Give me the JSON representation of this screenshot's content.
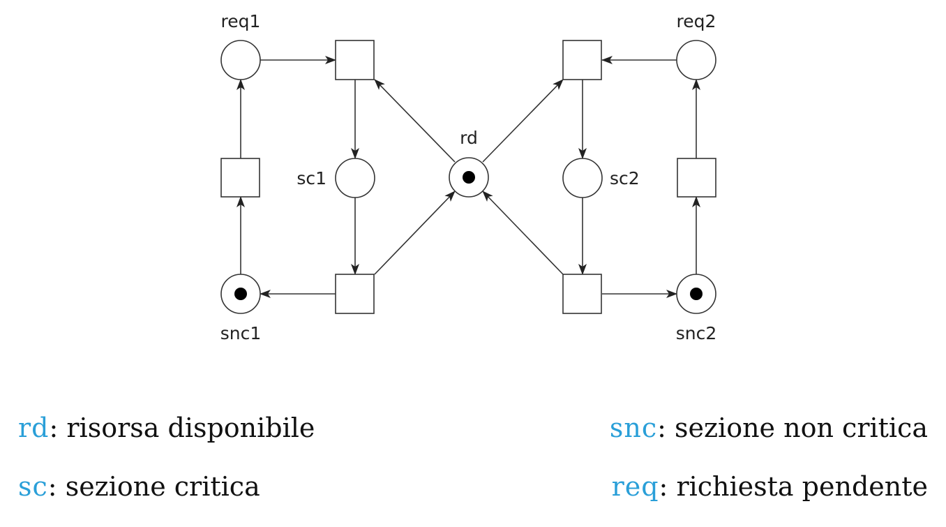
{
  "diagram": {
    "places": {
      "req1": {
        "label": "req1",
        "tokens": 0
      },
      "req2": {
        "label": "req2",
        "tokens": 0
      },
      "sc1": {
        "label": "sc1",
        "tokens": 0
      },
      "sc2": {
        "label": "sc2",
        "tokens": 0
      },
      "rd": {
        "label": "rd",
        "tokens": 1
      },
      "snc1": {
        "label": "snc1",
        "tokens": 1
      },
      "snc2": {
        "label": "snc2",
        "tokens": 1
      }
    },
    "transitions": [
      "t_enter1",
      "t_exit1",
      "t_back1",
      "t_enter2",
      "t_exit2",
      "t_back2"
    ],
    "arcs": [
      [
        "req1",
        "t_enter1"
      ],
      [
        "rd",
        "t_enter1"
      ],
      [
        "t_enter1",
        "sc1"
      ],
      [
        "sc1",
        "t_exit1"
      ],
      [
        "t_exit1",
        "snc1"
      ],
      [
        "t_exit1",
        "rd"
      ],
      [
        "snc1",
        "t_back1"
      ],
      [
        "t_back1",
        "req1"
      ],
      [
        "req2",
        "t_enter2"
      ],
      [
        "rd",
        "t_enter2"
      ],
      [
        "t_enter2",
        "sc2"
      ],
      [
        "sc2",
        "t_exit2"
      ],
      [
        "t_exit2",
        "snc2"
      ],
      [
        "t_exit2",
        "rd"
      ],
      [
        "snc2",
        "t_back2"
      ],
      [
        "t_back2",
        "req2"
      ]
    ]
  },
  "legend": {
    "rd": {
      "abbr": "rd",
      "text": "risorsa disponibile"
    },
    "sc": {
      "abbr": "sc",
      "text": "sezione critica"
    },
    "snc": {
      "abbr": "snc",
      "text": "sezione non critica"
    },
    "req": {
      "abbr": "req",
      "text": "richiesta pendente"
    }
  },
  "colors": {
    "abbreviation": "#2a9fd8",
    "stroke": "#333333",
    "text": "#111111"
  }
}
